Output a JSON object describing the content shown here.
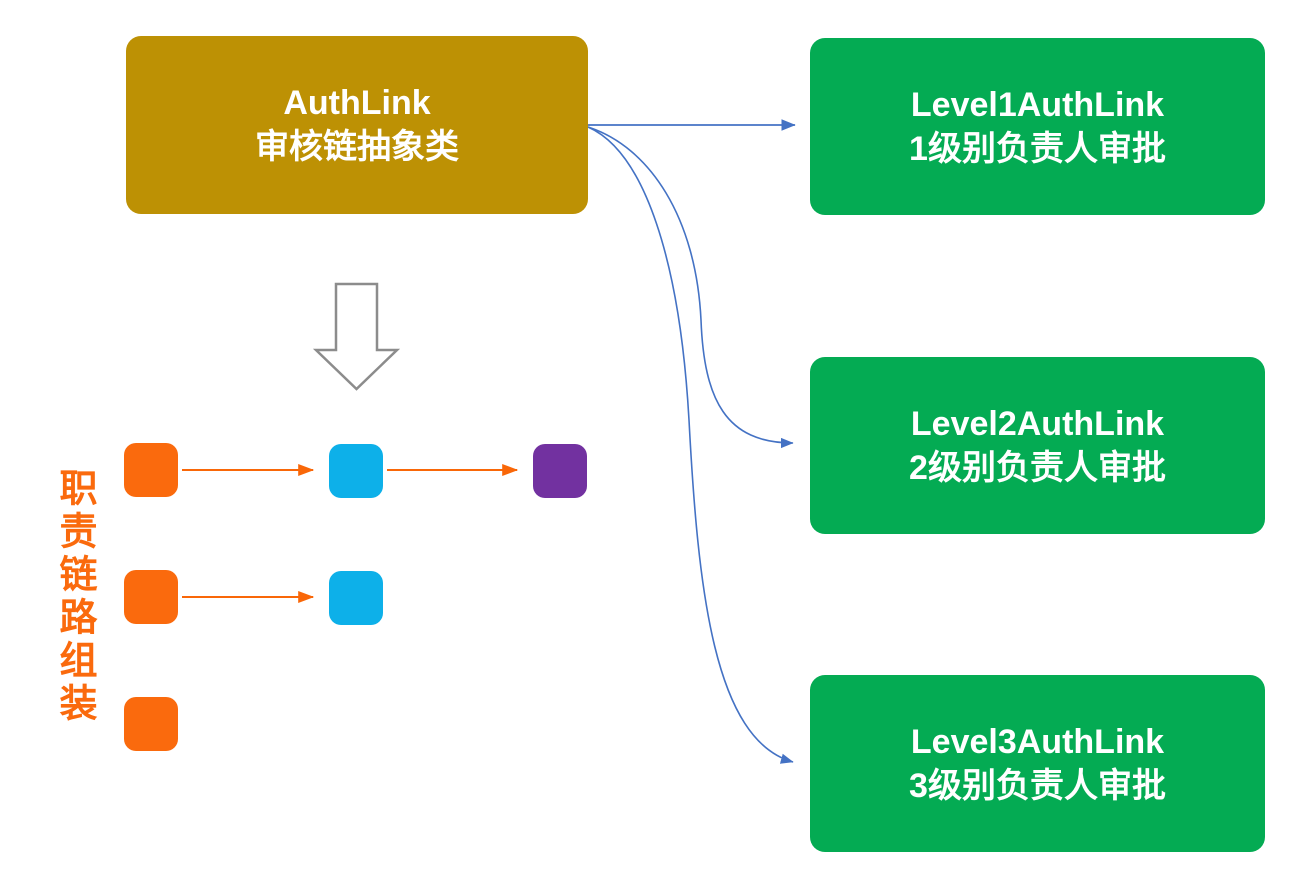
{
  "diagram": {
    "title_box": {
      "name": "AuthLink",
      "desc": "审核链抽象类"
    },
    "level_boxes": [
      {
        "name": "Level1AuthLink",
        "desc": "1级别负责人审批"
      },
      {
        "name": "Level2AuthLink",
        "desc": "2级别负责人审批"
      },
      {
        "name": "Level3AuthLink",
        "desc": "3级别负责人审批"
      }
    ],
    "side_label": "职责链路组装",
    "chain_rows": [
      [
        "orange",
        "blue",
        "purple"
      ],
      [
        "orange",
        "blue"
      ],
      [
        "orange"
      ]
    ],
    "colors": {
      "abstract_box": "#BD9104",
      "level_box": "#04AB53",
      "orange_node": "#FA6A0D",
      "blue_node": "#0DB0E9",
      "purple_node": "#7231A0",
      "blue_connector": "#4472C4",
      "orange_connector": "#F96708",
      "side_label": "#FA6A0D",
      "hollow_arrow_stroke": "#8C8C8C"
    }
  }
}
